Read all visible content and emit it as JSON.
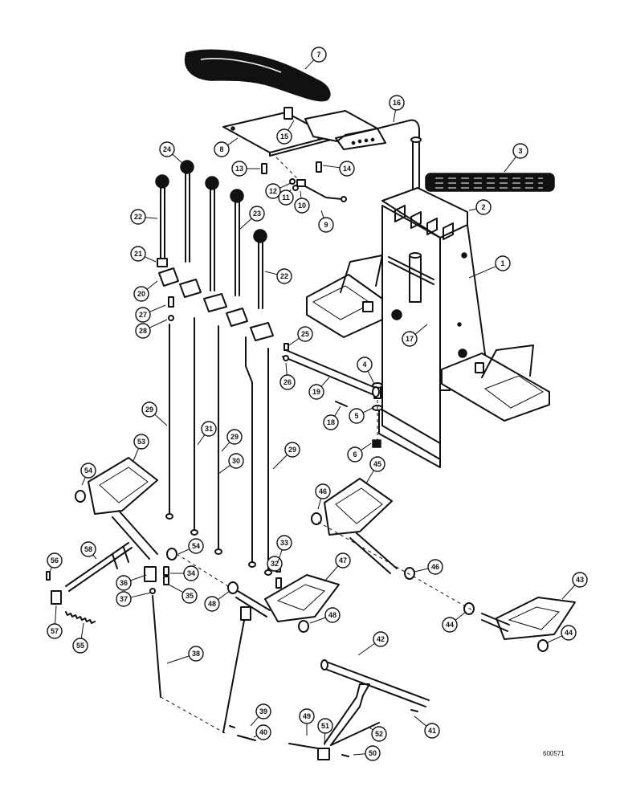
{
  "figure": {
    "reference_code": "600571",
    "callouts": [
      {
        "label": "1"
      },
      {
        "label": "2"
      },
      {
        "label": "3"
      },
      {
        "label": "4"
      },
      {
        "label": "5"
      },
      {
        "label": "6"
      },
      {
        "label": "7"
      },
      {
        "label": "8"
      },
      {
        "label": "9"
      },
      {
        "label": "10"
      },
      {
        "label": "11"
      },
      {
        "label": "12"
      },
      {
        "label": "13"
      },
      {
        "label": "14"
      },
      {
        "label": "15"
      },
      {
        "label": "16"
      },
      {
        "label": "17"
      },
      {
        "label": "18"
      },
      {
        "label": "19"
      },
      {
        "label": "20"
      },
      {
        "label": "21"
      },
      {
        "label": "22"
      },
      {
        "label": "22"
      },
      {
        "label": "23"
      },
      {
        "label": "24"
      },
      {
        "label": "25"
      },
      {
        "label": "26"
      },
      {
        "label": "27"
      },
      {
        "label": "28"
      },
      {
        "label": "29"
      },
      {
        "label": "29"
      },
      {
        "label": "29"
      },
      {
        "label": "30"
      },
      {
        "label": "31"
      },
      {
        "label": "32"
      },
      {
        "label": "33"
      },
      {
        "label": "34"
      },
      {
        "label": "35"
      },
      {
        "label": "36"
      },
      {
        "label": "37"
      },
      {
        "label": "38"
      },
      {
        "label": "39"
      },
      {
        "label": "40"
      },
      {
        "label": "41"
      },
      {
        "label": "42"
      },
      {
        "label": "43"
      },
      {
        "label": "44"
      },
      {
        "label": "44"
      },
      {
        "label": "45"
      },
      {
        "label": "46"
      },
      {
        "label": "46"
      },
      {
        "label": "47"
      },
      {
        "label": "48"
      },
      {
        "label": "48"
      },
      {
        "label": "49"
      },
      {
        "label": "50"
      },
      {
        "label": "51"
      },
      {
        "label": "52"
      },
      {
        "label": "53"
      },
      {
        "label": "54"
      },
      {
        "label": "54"
      },
      {
        "label": "55"
      },
      {
        "label": "56"
      },
      {
        "label": "57"
      },
      {
        "label": "58"
      }
    ]
  }
}
